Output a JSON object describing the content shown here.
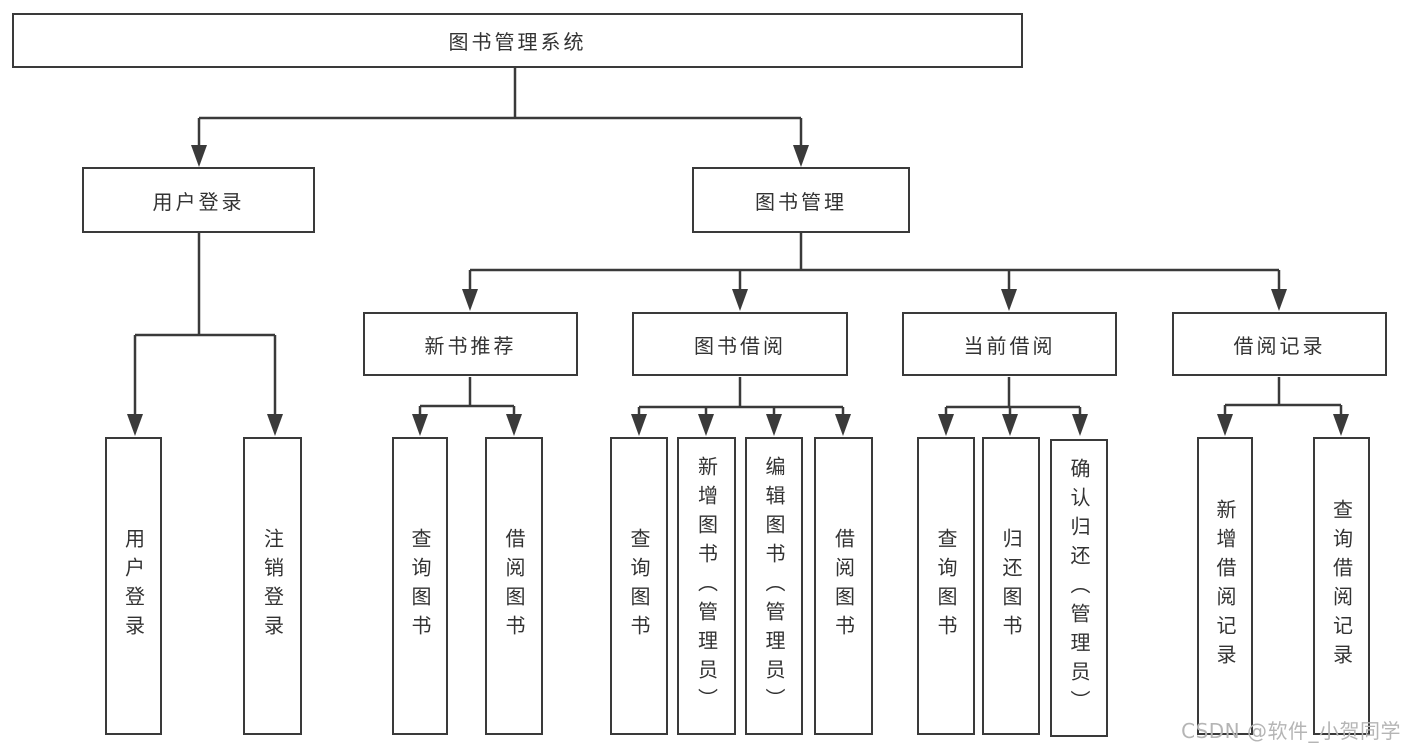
{
  "diagram": {
    "type": "tree",
    "title": "图书管理系统",
    "nodes": {
      "root": {
        "label": "图书管理系统"
      },
      "user_login": {
        "label": "用户登录"
      },
      "book_management": {
        "label": "图书管理"
      },
      "new_book_recommend": {
        "label": "新书推荐"
      },
      "book_borrowing": {
        "label": "图书借阅"
      },
      "current_borrowing": {
        "label": "当前借阅"
      },
      "borrow_records": {
        "label": "借阅记录"
      },
      "leaves": [
        {
          "label": "用户登录"
        },
        {
          "label": "注销登录"
        },
        {
          "label": "查询图书"
        },
        {
          "label": "借阅图书"
        },
        {
          "label": "查询图书"
        },
        {
          "label": "新增图书（管理员）"
        },
        {
          "label": "编辑图书（管理员）"
        },
        {
          "label": "借阅图书"
        },
        {
          "label": "查询图书"
        },
        {
          "label": "归还图书"
        },
        {
          "label": "确认归还（管理员）"
        },
        {
          "label": "新增借阅记录"
        },
        {
          "label": "查询借阅记录"
        }
      ]
    },
    "edges": [
      [
        "root",
        "user_login"
      ],
      [
        "root",
        "book_management"
      ],
      [
        "user_login",
        "leaves.0"
      ],
      [
        "user_login",
        "leaves.1"
      ],
      [
        "book_management",
        "new_book_recommend"
      ],
      [
        "book_management",
        "book_borrowing"
      ],
      [
        "book_management",
        "current_borrowing"
      ],
      [
        "book_management",
        "borrow_records"
      ],
      [
        "new_book_recommend",
        "leaves.2"
      ],
      [
        "new_book_recommend",
        "leaves.3"
      ],
      [
        "book_borrowing",
        "leaves.4"
      ],
      [
        "book_borrowing",
        "leaves.5"
      ],
      [
        "book_borrowing",
        "leaves.6"
      ],
      [
        "book_borrowing",
        "leaves.7"
      ],
      [
        "current_borrowing",
        "leaves.8"
      ],
      [
        "current_borrowing",
        "leaves.9"
      ],
      [
        "current_borrowing",
        "leaves.10"
      ],
      [
        "borrow_records",
        "leaves.11"
      ],
      [
        "borrow_records",
        "leaves.12"
      ]
    ],
    "colors": {
      "line": "#3a3a3a",
      "text": "#333333",
      "node_background": "#ffffff",
      "watermark": "#b5b5b5",
      "page_background": "#ffffff"
    }
  },
  "watermark": {
    "text": "CSDN @软件_小贺同学"
  }
}
